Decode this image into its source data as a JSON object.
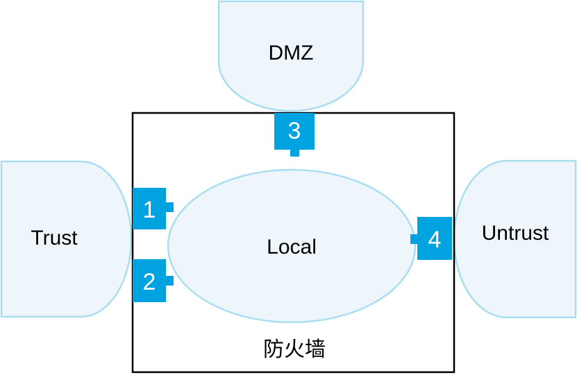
{
  "zones": {
    "dmz": "DMZ",
    "trust": "Trust",
    "untrust": "Untrust",
    "local": "Local"
  },
  "firewall": {
    "label": "防火墙"
  },
  "ports": {
    "p1": "1",
    "p2": "2",
    "p3": "3",
    "p4": "4"
  },
  "colors": {
    "zone_fill": "#eef6fc",
    "zone_stroke": "#a9ddf0",
    "port_fill": "#00a3e0",
    "firewall_border": "#000000"
  }
}
